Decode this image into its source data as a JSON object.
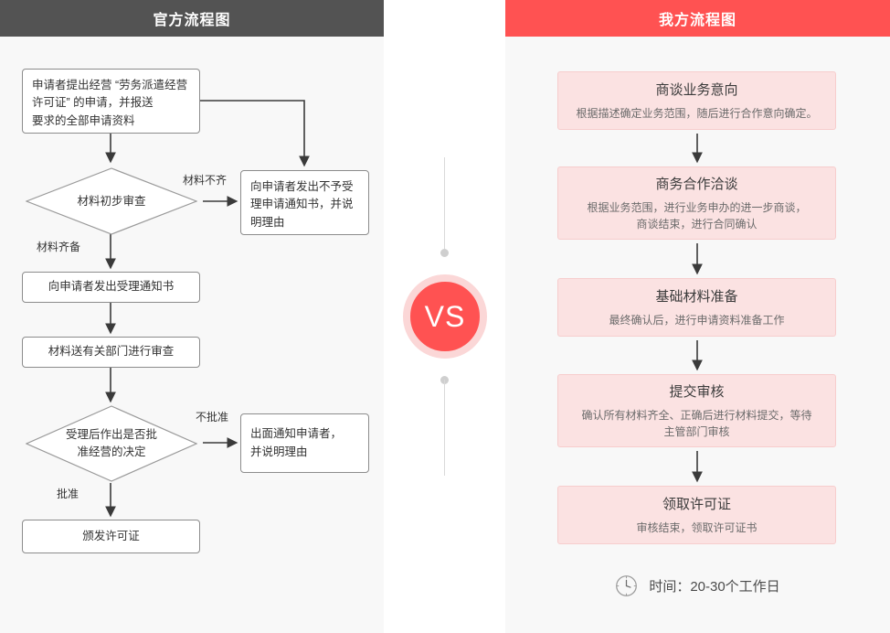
{
  "official": {
    "header_title": "官方流程图",
    "header_bg": "#535353",
    "nodes": {
      "apply": "申请者提出经营 “劳务派遣经营许可证” 的申请，并报送\n要求的全部申请资料",
      "apply_line1": "申请者提出经营 “劳务派遣经营",
      "apply_line2": "许可证” 的申请，并报送",
      "apply_line3": "要求的全部申请资料",
      "first_review": "材料初步审查",
      "reject_notice_l1": "向申请者发出不予受",
      "reject_notice_l2": "理申请通知书，并说",
      "reject_notice_l3": "明理由",
      "accept_notice": "向申请者发出受理通知书",
      "send_departments": "材料送有关部门进行审查",
      "decision_l1": "受理后作出是否批",
      "decision_l2": "准经营的决定",
      "disapprove_notice_l1": "出面通知申请者，",
      "disapprove_notice_l2": "并说明理由",
      "issue_license": "颁发许可证"
    },
    "edge_labels": {
      "materials_incomplete": "材料不齐",
      "materials_complete": "材料齐备",
      "not_approved": "不批准",
      "approved": "批准"
    }
  },
  "ours": {
    "header_title": "我方流程图",
    "header_bg": "#ff5252",
    "steps": [
      {
        "title": "商谈业务意向",
        "desc_lines": [
          "根据描述确定业务范围，随后进行合作意向确定。"
        ]
      },
      {
        "title": "商务合作洽谈",
        "desc_lines": [
          "根据业务范围，进行业务申办的进一步商谈，",
          "商谈结束，进行合同确认"
        ]
      },
      {
        "title": "基础材料准备",
        "desc_lines": [
          "最终确认后，进行申请资料准备工作"
        ]
      },
      {
        "title": "提交审核",
        "desc_lines": [
          "确认所有材料齐全、正确后进行材料提交，等待",
          "主管部门审核"
        ]
      },
      {
        "title": "领取许可证",
        "desc_lines": [
          "审核结束，领取许可证书"
        ]
      }
    ],
    "time_label": "时间：20-30个工作日",
    "clock_icon": "clock-icon"
  },
  "center": {
    "vs_label": "VS",
    "circle_color": "#ff5252",
    "ring_color": "#fbd7d7"
  }
}
